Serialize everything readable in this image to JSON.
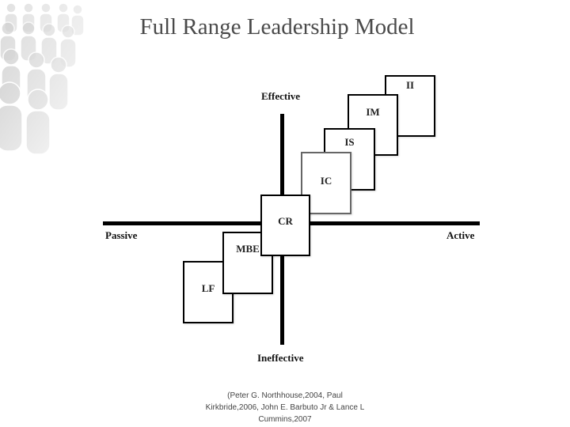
{
  "title": "Full Range Leadership Model",
  "axes": {
    "top": "Effective",
    "bottom": "Ineffective",
    "left": "Passive",
    "right": "Active"
  },
  "boxes": [
    {
      "id": "ii",
      "label": "II"
    },
    {
      "id": "im",
      "label": "IM"
    },
    {
      "id": "is",
      "label": "IS"
    },
    {
      "id": "ic",
      "label": "IC"
    },
    {
      "id": "cr",
      "label": "CR"
    },
    {
      "id": "mbe",
      "label": "MBE"
    },
    {
      "id": "lf",
      "label": "LF"
    }
  ],
  "citation": {
    "line1": "(Peter G. Northhouse,2004, Paul",
    "line2": "Kirkbride,2006, John E. Barbuto Jr & Lance L",
    "line3": "Cummins,2007"
  }
}
